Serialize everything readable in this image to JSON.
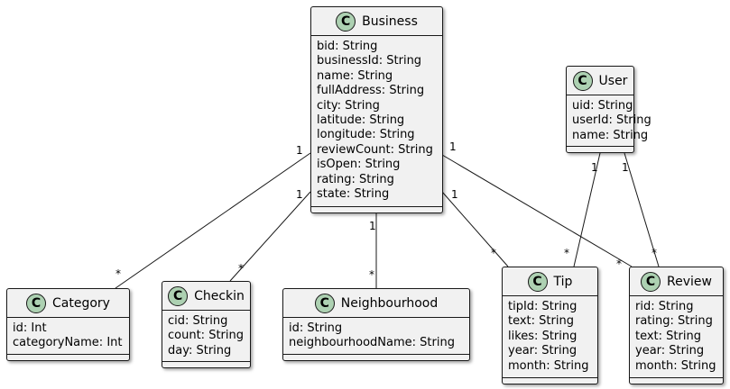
{
  "classes": {
    "business": {
      "badge": "C",
      "name": "Business",
      "attributes": [
        "bid: String",
        "businessId: String",
        "name: String",
        "fullAddress: String",
        "city: String",
        "latitude: String",
        "longitude: String",
        "reviewCount: String",
        "isOpen: String",
        "rating: String",
        "state: String"
      ]
    },
    "user": {
      "badge": "C",
      "name": "User",
      "attributes": [
        "uid: String",
        "userId: String",
        "name: String"
      ]
    },
    "category": {
      "badge": "C",
      "name": "Category",
      "attributes": [
        "id: Int",
        "categoryName: Int"
      ]
    },
    "checkin": {
      "badge": "C",
      "name": "Checkin",
      "attributes": [
        "cid: String",
        "count: String",
        "day: String"
      ]
    },
    "neighbourhood": {
      "badge": "C",
      "name": "Neighbourhood",
      "attributes": [
        "id: String",
        "neighbourhoodName: String"
      ]
    },
    "tip": {
      "badge": "C",
      "name": "Tip",
      "attributes": [
        "tipId: String",
        "text: String",
        "likes: String",
        "year: String",
        "month: String"
      ]
    },
    "review": {
      "badge": "C",
      "name": "Review",
      "attributes": [
        "rid: String",
        "rating: String",
        "text: String",
        "year: String",
        "month: String"
      ]
    }
  },
  "associations": [
    {
      "from": "Business",
      "to": "Category",
      "from_mult": "1",
      "to_mult": "*"
    },
    {
      "from": "Business",
      "to": "Checkin",
      "from_mult": "1",
      "to_mult": "*"
    },
    {
      "from": "Business",
      "to": "Neighbourhood",
      "from_mult": "1",
      "to_mult": "*"
    },
    {
      "from": "Business",
      "to": "Tip",
      "from_mult": "1",
      "to_mult": "*"
    },
    {
      "from": "Business",
      "to": "Review",
      "from_mult": "1",
      "to_mult": "*"
    },
    {
      "from": "User",
      "to": "Tip",
      "from_mult": "1",
      "to_mult": "*"
    },
    {
      "from": "User",
      "to": "Review",
      "from_mult": "1",
      "to_mult": "*"
    }
  ],
  "colors": {
    "class_fill": "#f1f1f1",
    "class_border": "#181818",
    "badge_fill": "#add1b2",
    "line": "#181818"
  }
}
